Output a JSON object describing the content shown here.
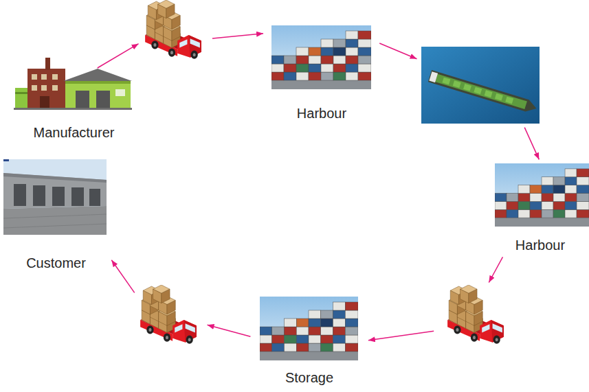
{
  "diagram": {
    "nodes": [
      {
        "text": [
          "Manufacturer"
        ]
      },
      {
        "text": []
      },
      {
        "text": [
          "Harbour"
        ]
      },
      {
        "text": []
      },
      {
        "text": [
          "Harbour"
        ]
      },
      {
        "text": []
      },
      {
        "text": [
          "Storage"
        ]
      },
      {
        "text": []
      },
      {
        "text": [
          "Customer"
        ]
      }
    ],
    "edges": [
      {
        "from": 0,
        "to": 1,
        "arrow": "to"
      },
      {
        "from": 1,
        "to": 2,
        "arrow": "to"
      },
      {
        "from": 2,
        "to": 3,
        "arrow": "to"
      },
      {
        "from": 3,
        "to": 4,
        "arrow": "to"
      },
      {
        "from": 4,
        "to": 5,
        "arrow": "to"
      },
      {
        "from": 5,
        "to": 6,
        "arrow": "to"
      },
      {
        "from": 6,
        "to": 7,
        "arrow": "to"
      },
      {
        "from": 7,
        "to": 8,
        "arrow": "to"
      }
    ]
  }
}
